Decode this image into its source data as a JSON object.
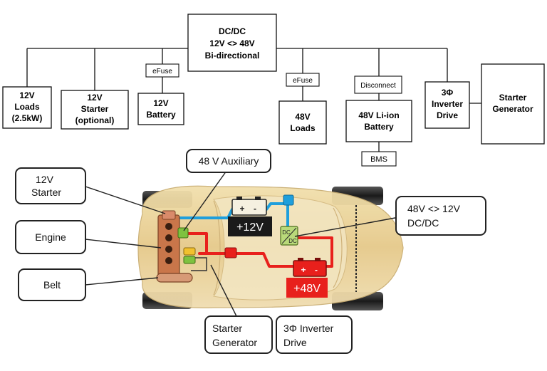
{
  "block_diagram": {
    "dcdc": {
      "line1": "DC/DC",
      "line2": "12V <> 48V",
      "line3": "Bi-directional"
    },
    "loads12": {
      "line1": "12V",
      "line2": "Loads",
      "line3": "(2.5kW)"
    },
    "starter12": {
      "line1": "12V",
      "line2": "Starter",
      "line3": "(optional)"
    },
    "efuse_left": "eFuse",
    "battery12": {
      "line1": "12V",
      "line2": "Battery"
    },
    "efuse_right": "eFuse",
    "loads48": {
      "line1": "48V",
      "line2": "Loads"
    },
    "disconnect": "Disconnect",
    "battery48": {
      "line1": "48V Li-ion",
      "line2": "Battery"
    },
    "bms": "BMS",
    "inverter": {
      "line1": "3Φ",
      "line2": "Inverter",
      "line3": "Drive"
    },
    "starter_gen": {
      "line1": "Starter",
      "line2": "Generator"
    }
  },
  "car_diagram": {
    "callouts": {
      "starter12": {
        "line1": "12V",
        "line2": "Starter"
      },
      "engine": "Engine",
      "belt": "Belt",
      "auxiliary48": "48 V Auxiliary",
      "dcdc": {
        "line1": "48V <> 12V",
        "line2": "DC/DC"
      },
      "starter_gen": {
        "line1": "Starter",
        "line2": "Generator"
      },
      "inverter": {
        "line1": "3Φ Inverter",
        "line2": "Drive"
      }
    },
    "battery12_label": "+12V",
    "battery48_label": "+48V",
    "terminal_plus": "+",
    "terminal_minus": "-",
    "dcdc_chip_top": "DC",
    "dcdc_chip_bottom": "DC"
  },
  "colors": {
    "wire_48v": "#e8201c",
    "wire_12v": "#1f9fdc",
    "battery_12v": "#1a1a1a",
    "battery_48v": "#e8201c",
    "car_body": "#e6cc8c",
    "engine": "#c9764a",
    "callout_border": "#222222"
  }
}
